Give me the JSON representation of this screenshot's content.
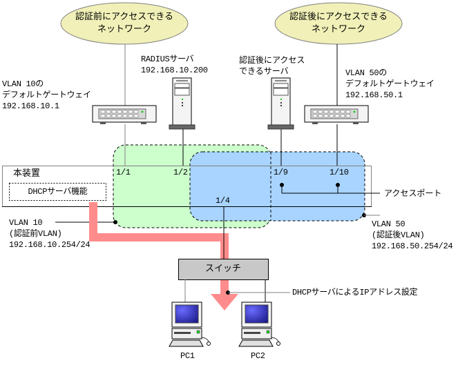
{
  "networks": {
    "pre_auth": {
      "line1": "認証前にアクセスできる",
      "line2": "ネットワーク"
    },
    "post_auth": {
      "line1": "認証後にアクセスできる",
      "line2": "ネットワーク"
    }
  },
  "gateways": {
    "vlan10": {
      "line1": "VLAN 10の",
      "line2": "デフォルトゲートウェイ",
      "ip": "192.168.10.1"
    },
    "vlan50": {
      "line1": "VLAN 50の",
      "line2": "デフォルトゲートウェイ",
      "ip": "192.168.50.1"
    }
  },
  "servers": {
    "radius": {
      "name": "RADIUSサーバ",
      "ip": "192.168.10.200"
    },
    "post_auth": {
      "line1": "認証後にアクセス",
      "line2": "できるサーバ"
    }
  },
  "device": {
    "label": "本装置",
    "dhcp_function": "DHCPサーバ機能",
    "ports": {
      "p1": "1/1",
      "p2": "1/2",
      "p4": "1/4",
      "p9": "1/9",
      "p10": "1/10"
    }
  },
  "access_port_label": "アクセスポート",
  "vlan10_info": {
    "line1": "VLAN 10",
    "line2": "(認証前VLAN)",
    "ip": "192.168.10.254/24"
  },
  "vlan50_info": {
    "line1": "VLAN 50",
    "line2": "(認証後VLAN)",
    "ip": "192.168.50.254/24"
  },
  "switch_label": "スイッチ",
  "dhcp_annotation": "DHCPサーバによるIPアドレス設定",
  "pcs": [
    "PC1",
    "PC2"
  ],
  "colors": {
    "cloud_fill": "#f0f0b8",
    "vlan10_fill": "#ccffcc",
    "vlan50_fill": "#a8d4ff",
    "arrow": "#ff8c8c",
    "switch_fill": "#c8c8c8",
    "line_gray": "#808080"
  }
}
